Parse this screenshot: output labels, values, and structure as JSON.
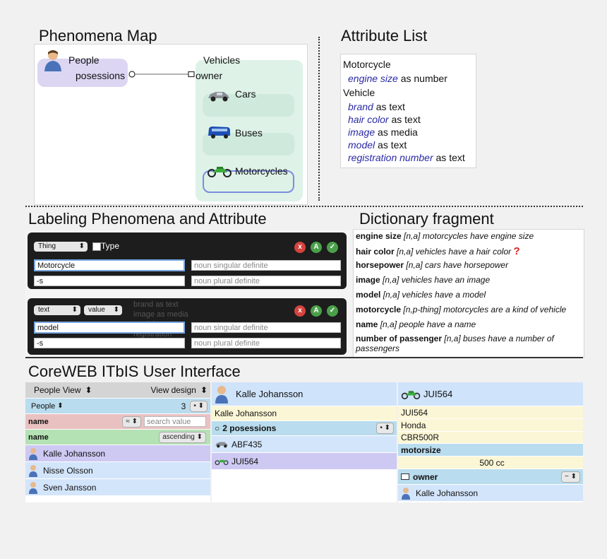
{
  "phenomena_map": {
    "title": "Phenomena Map",
    "people_label": "People",
    "posessions_label": "posessions",
    "vehicles_label": "Vehicles",
    "owner_label": "owner",
    "cars_label": "Cars",
    "buses_label": "Buses",
    "motorcycles_label": "Motorcycles"
  },
  "attribute_list": {
    "title": "Attribute List",
    "motorcycle": "Motorcycle",
    "motorcycle_attrs": [
      {
        "name": "engine size",
        "type": "as number"
      }
    ],
    "vehicle": "Vehicle",
    "vehicle_attrs": [
      {
        "name": "brand",
        "type": "as text"
      },
      {
        "name": "hair color",
        "type": "as text"
      },
      {
        "name": "image",
        "type": "as media"
      },
      {
        "name": "model",
        "type": "as text"
      },
      {
        "name": "registration number",
        "type": "as text"
      }
    ]
  },
  "labeling": {
    "title": "Labeling Phenomena and Attribute",
    "panel1": {
      "select": "Thing",
      "checkbox_label": "Type",
      "singular_value": "Motorcycle",
      "singular_placeholder": "noun singular definite",
      "plural_value": "-s",
      "plural_placeholder": "noun plural definite"
    },
    "panel2": {
      "select1": "text",
      "select2": "value",
      "singular_value": "model",
      "singular_placeholder": "noun singular definite",
      "plural_value": "-s",
      "plural_placeholder": "noun plural definite",
      "ghost_lines": [
        "brand as text",
        "image as media",
        "model as te",
        "registration",
        "Phenomena"
      ]
    },
    "buttons": {
      "delete": "x",
      "add": "A",
      "ok": "✓"
    }
  },
  "dictionary": {
    "title": "Dictionary fragment",
    "entries": [
      {
        "term": "engine size",
        "def": "[n,a] motorcycles have engine size"
      },
      {
        "term": "hair color",
        "def": "[n,a] vehicles have a hair color",
        "flag": "?"
      },
      {
        "term": "horsepower",
        "def": "[n,a] cars have horsepower"
      },
      {
        "term": "image",
        "def": "[n,a] vehicles have an image"
      },
      {
        "term": "model",
        "def": "[n,a] vehicles have a model"
      },
      {
        "term": "motorcycle",
        "def": "[n,p-thing] motorcycles are a kind of vehicle"
      },
      {
        "term": "name",
        "def": "[n,a] people have a name"
      },
      {
        "term": "number of passenger",
        "def": "[n,a] buses have a number of passengers"
      }
    ]
  },
  "coreweb": {
    "title": "CoreWEB ITbIS User Interface",
    "left": {
      "view_label": "People View",
      "view_design": "View design",
      "people_label": "People",
      "people_count": "3",
      "filter_field": "name",
      "filter_op": "≈",
      "search_placeholder": "search value",
      "sort_field": "name",
      "sort_order": "ascending",
      "people": [
        "Kalle Johansson",
        "Nisse Olsson",
        "Sven Jansson"
      ]
    },
    "middle": {
      "header_name": "Kalle Johansson",
      "name_value": "Kalle Johansson",
      "posessions_label": "2 posessions",
      "items": [
        "ABF435",
        "JUI564"
      ]
    },
    "right": {
      "header_name": "JUI564",
      "reg": "JUI564",
      "brand": "Honda",
      "model": "CBR500R",
      "motorsize_label": "motorsize",
      "motorsize_value": "500 cc",
      "owner_label": "owner",
      "owner_ctl": "−",
      "owner_name": "Kalle Johansson"
    }
  }
}
